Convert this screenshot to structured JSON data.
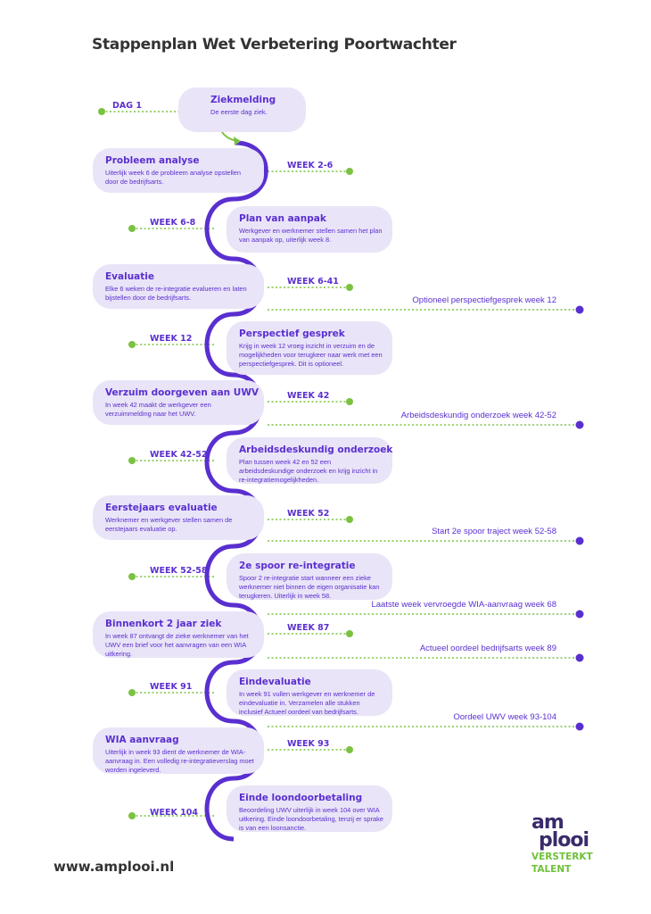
{
  "title": "Stappenplan Wet Verbetering Poortwachter",
  "colors": {
    "purple": "#5a2fd0",
    "card": "#e9e4f7",
    "green": "#7cc242",
    "dark": "#333333"
  },
  "steps": [
    {
      "title": "Ziekmelding",
      "desc": "De eerste dag ziek.",
      "week": "DAG 1"
    },
    {
      "title": "Probleem analyse",
      "desc": "Uiterlijk week 6 de probleem analyse opstellen door de bedrijfsarts.",
      "week": "WEEK 2-6"
    },
    {
      "title": "Plan van aanpak",
      "desc": "Werkgever en werknemer stellen samen het plan van aanpak op, uiterlijk week 8.",
      "week": "WEEK 6-8"
    },
    {
      "title": "Evaluatie",
      "desc": "Elke 6 weken de re-integratie evalueren en laten bijstellen door de bedrijfsarts.",
      "week": "WEEK 6-41"
    },
    {
      "title": "Perspectief gesprek",
      "desc": "Krijg in week 12 vroeg inzicht in verzuim en de mogelijkheden voor terugkeer naar werk met een perspectiefgesprek. Dit is optioneel.",
      "week": "WEEK 12"
    },
    {
      "title": "Verzuim doorgeven aan UWV",
      "desc": "In week 42 maakt de werkgever een verzuimmelding naar het UWV.",
      "week": "WEEK 42"
    },
    {
      "title": "Arbeidsdeskundig onderzoek",
      "desc": "Plan tussen week 42 en 52 een arbeidsdeskundige onderzoek en krijg inzicht in re-integratiemogelijkheden.",
      "week": "WEEK 42-52"
    },
    {
      "title": "Eerstejaars evaluatie",
      "desc": "Werknemer en werkgever stellen samen de eerstejaars evaluatie op.",
      "week": "WEEK 52"
    },
    {
      "title": "2e spoor re-integratie",
      "desc": "Spoor 2 re-integratie start wanneer een zieke werknemer niet binnen de eigen organisatie kan terugkeren. Uiterlijk in week 58.",
      "week": "WEEK 52-58"
    },
    {
      "title": "Binnenkort 2 jaar ziek",
      "desc": "In week 87 ontvangt de zieke werknemer van het UWV een brief voor het aanvragen van een WIA uitkering.",
      "week": "WEEK 87"
    },
    {
      "title": "Eindevaluatie",
      "desc": "In week 91 vullen werkgever en werknemer de eindevaluatie in. Verzamelen alle stukken inclusief Actueel oordeel van bedrijfsarts.",
      "week": "WEEK 91"
    },
    {
      "title": "WIA aanvraag",
      "desc": "Uiterlijk in week 93 dient de werknemer de WIA-aanvraag in. Een volledig re-integratieverslag moet worden ingeleverd.",
      "week": "WEEK 93"
    },
    {
      "title": "Einde loondoorbetaling",
      "desc": "Beoordeling UWV uiterlijk in week 104 over WIA uitkering. Einde loondoorbetaling, tenzij er sprake is van een loonsanctie.",
      "week": "WEEK 104"
    }
  ],
  "optional": [
    "Optioneel perspectiefgesprek week 12",
    "Arbeidsdeskundig onderzoek week 42-52",
    "Start 2e spoor traject week 52-58",
    "Laatste week vervroegde WIA-aanvraag week 68",
    "Actueel oordeel bedrijfsarts week 89",
    "Oordeel UWV week 93-104"
  ],
  "footer": {
    "url": "www.amplooi.nl"
  },
  "logo": {
    "line1": "am",
    "line2": "plooi",
    "tagline1": "VERSTERKT",
    "tagline2": "TALENT"
  }
}
